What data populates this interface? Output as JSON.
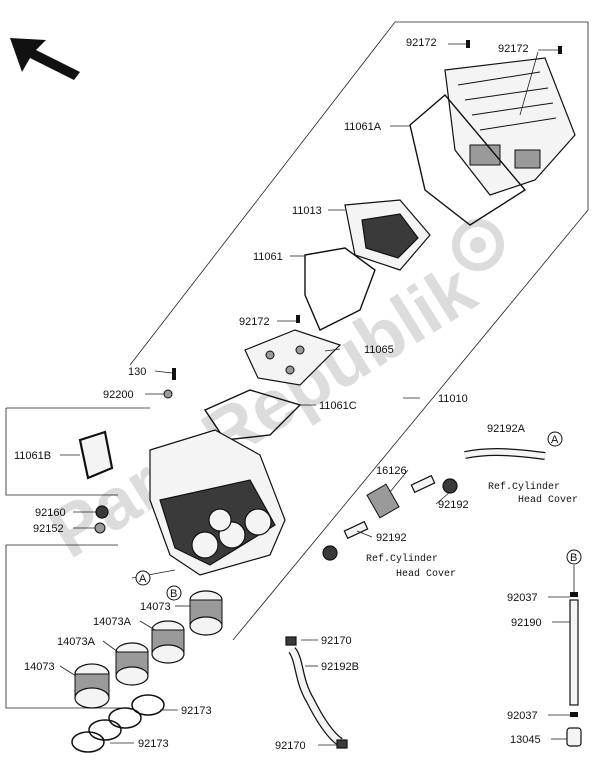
{
  "labels": {
    "p92172_a": "92172",
    "p92172_b": "92172",
    "p11061A": "11061A",
    "p11013": "11013",
    "p11061": "11061",
    "p92172_c": "92172",
    "p11065": "11065",
    "p130": "130",
    "p92200": "92200",
    "p11061C": "11061C",
    "p11010": "11010",
    "p11061B": "11061B",
    "p92192A": "92192A",
    "p16126": "16126",
    "p92192_a": "92192",
    "p92160": "92160",
    "p92152": "92152",
    "p92192_b": "92192",
    "p14073_a": "14073",
    "p14073A_a": "14073A",
    "p14073A_b": "14073A",
    "p14073_b": "14073",
    "p92170_a": "92170",
    "p92192B": "92192B",
    "p92173_a": "92173",
    "p92173_b": "92173",
    "p92170_b": "92170",
    "p92037_a": "92037",
    "p92190": "92190",
    "p92037_b": "92037",
    "p13045": "13045"
  },
  "references": {
    "ref1_line1": "Ref.Cylinder",
    "ref1_line2": "Head Cover",
    "ref2_line1": "Ref.Cylinder",
    "ref2_line2": "Head Cover"
  },
  "markers": {
    "A1": "A",
    "A2": "A",
    "B1": "B",
    "B2": "B"
  },
  "watermark": "PartsRepublik"
}
